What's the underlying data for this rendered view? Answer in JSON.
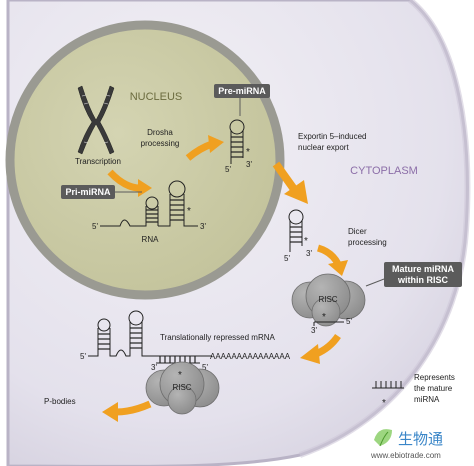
{
  "compartments": {
    "nucleus": "NUCLEUS",
    "cytoplasm": "CYTOPLASM"
  },
  "labels": {
    "pri_mirna": "Pri-miRNA",
    "pre_mirna": "Pre-miRNA",
    "mature_risc_line1": "Mature miRNA",
    "mature_risc_line2": "within RISC"
  },
  "steps": {
    "transcription": "Transcription",
    "drosha_line1": "Drosha",
    "drosha_line2": "processing",
    "exportin_line1": "Exportin 5–induced",
    "exportin_line2": "nuclear export",
    "dicer_line1": "Dicer",
    "dicer_line2": "processing",
    "translational_repression": "Translationally repressed mRNA",
    "p_bodies": "P-bodies"
  },
  "molecules": {
    "rna": "RNA",
    "risc": "RISC",
    "poly_a": "AAAAAAAAAAAAAAA",
    "five_prime": "5'",
    "three_prime": "3'",
    "star": "*"
  },
  "legend": {
    "line1": "Represents",
    "line2": "the mature",
    "line3": "miRNA"
  },
  "watermark": {
    "cn": "生物通",
    "url": "www.ebiotrade.com"
  },
  "colors": {
    "nucleus_fill": "#c8c8a0",
    "nucleus_border": "#9a9a92",
    "cytoplasm_fill": "#e4e1ec",
    "cytoplasm_label": "#8c6ea8",
    "nucleus_label": "#6b6b3e",
    "arrow": "#f0a020",
    "risc": "#9a9a9a",
    "label_box": "#5b5b5b"
  }
}
